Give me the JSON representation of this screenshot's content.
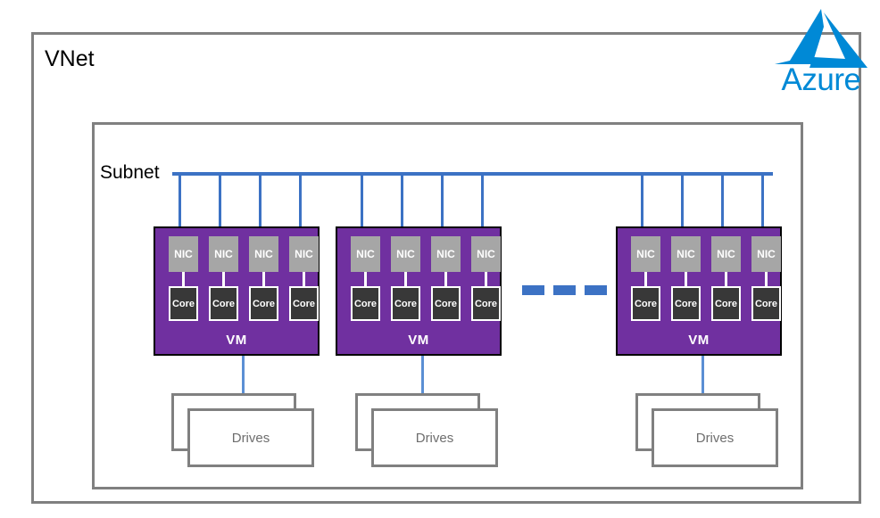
{
  "diagram": {
    "title": "Azure VNet subnet with virtual machines",
    "colors": {
      "vm_purple": "#7030A0",
      "nic_gray": "#A6A6A6",
      "core_dark": "#383838",
      "connector_blue": "#3C72C4",
      "border_gray": "#808080",
      "azure_blue": "#0089D6",
      "drives_text": "#6E6E6E"
    },
    "vnet": {
      "label": "VNet"
    },
    "subnet": {
      "label": "Subnet"
    },
    "brand": {
      "name": "Azure",
      "logo_icon": "azure-triangle-icon"
    },
    "ellipsis": {
      "count": 3,
      "meaning": "additional virtual machines omitted"
    },
    "vms": [
      {
        "label": "VM",
        "nics": [
          {
            "label": "NIC"
          },
          {
            "label": "NIC"
          },
          {
            "label": "NIC"
          },
          {
            "label": "NIC"
          }
        ],
        "cores": [
          {
            "label": "Core"
          },
          {
            "label": "Core"
          },
          {
            "label": "Core"
          },
          {
            "label": "Core"
          }
        ],
        "storage": {
          "label": "Drives"
        }
      },
      {
        "label": "VM",
        "nics": [
          {
            "label": "NIC"
          },
          {
            "label": "NIC"
          },
          {
            "label": "NIC"
          },
          {
            "label": "NIC"
          }
        ],
        "cores": [
          {
            "label": "Core"
          },
          {
            "label": "Core"
          },
          {
            "label": "Core"
          },
          {
            "label": "Core"
          }
        ],
        "storage": {
          "label": "Drives"
        }
      },
      {
        "label": "VM",
        "nics": [
          {
            "label": "NIC"
          },
          {
            "label": "NIC"
          },
          {
            "label": "NIC"
          },
          {
            "label": "NIC"
          }
        ],
        "cores": [
          {
            "label": "Core"
          },
          {
            "label": "Core"
          },
          {
            "label": "Core"
          },
          {
            "label": "Core"
          }
        ],
        "storage": {
          "label": "Drives"
        }
      }
    ]
  }
}
